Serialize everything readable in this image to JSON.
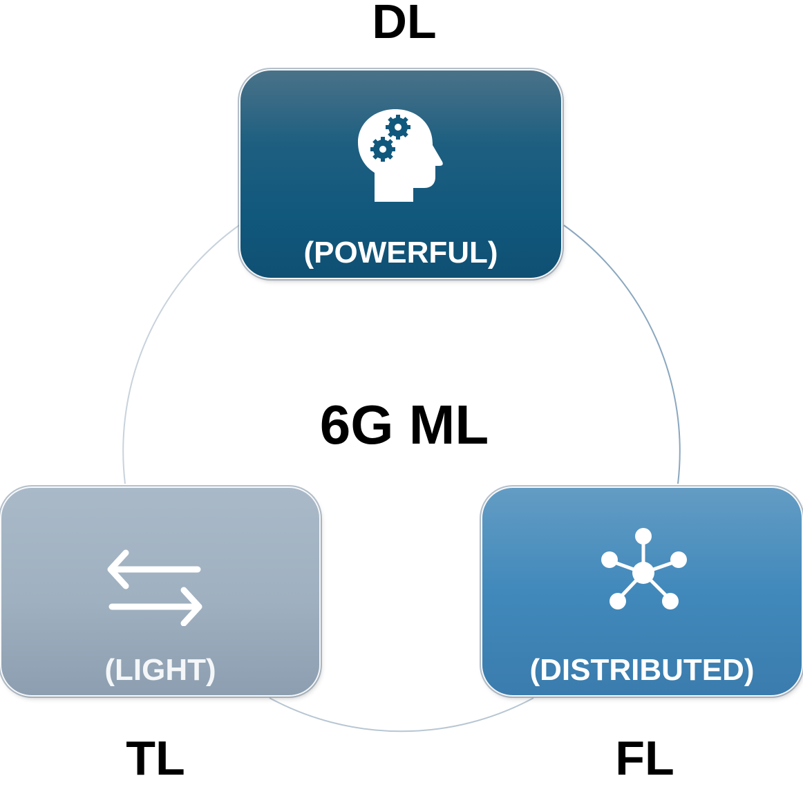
{
  "center": {
    "title": "6G ML"
  },
  "nodes": [
    {
      "id": "dl",
      "label": "DL",
      "caption": "(POWERFUL)",
      "icon": "head-gears-icon",
      "color": "#11587d"
    },
    {
      "id": "tl",
      "label": "TL",
      "caption": "(LIGHT)",
      "icon": "exchange-arrows-icon",
      "color": "#9fb0c0"
    },
    {
      "id": "fl",
      "label": "FL",
      "caption": "(DISTRIBUTED)",
      "icon": "network-hub-icon",
      "color": "#4189bb"
    }
  ]
}
